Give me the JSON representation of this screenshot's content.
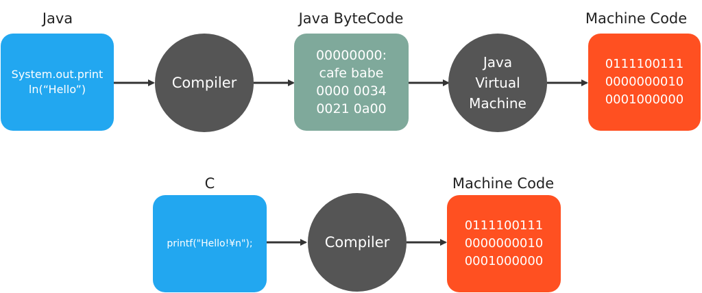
{
  "colors": {
    "source": "#22a7f0",
    "compiler": "#555555",
    "bytecode": "#7fa99b",
    "machine": "#ff5021",
    "arrow": "#333333"
  },
  "java_row": {
    "label_java": "Java",
    "source_lines": [
      "System.out.print",
      "ln(“Hello”)"
    ],
    "compiler": "Compiler",
    "label_bytecode": "Java ByteCode",
    "bytecode_lines": [
      "00000000:",
      "cafe babe",
      "0000 0034",
      "0021 0a00"
    ],
    "jvm_lines": [
      "Java",
      "Virtual",
      "Machine"
    ],
    "label_machine": "Machine Code",
    "machine_lines": [
      "0111100111",
      "0000000010",
      "0001000000"
    ]
  },
  "c_row": {
    "label_c": "C",
    "source": "printf(\"Hello!¥n\");",
    "compiler": "Compiler",
    "label_machine": "Machine Code",
    "machine_lines": [
      "0111100111",
      "0000000010",
      "0001000000"
    ]
  }
}
